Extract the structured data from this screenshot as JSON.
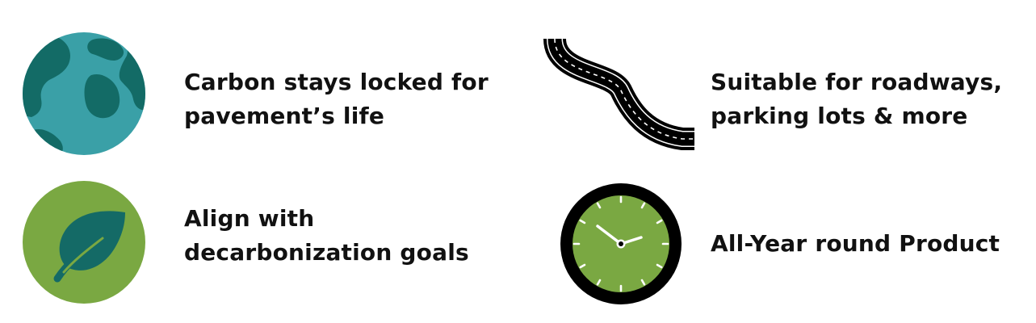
{
  "features": [
    {
      "icon": "globe-icon",
      "lines": [
        "Carbon stays locked for",
        "pavement’s life"
      ]
    },
    {
      "icon": "road-icon",
      "lines": [
        "Suitable for roadways,",
        "parking lots & more"
      ]
    },
    {
      "icon": "leaf-icon",
      "lines": [
        "Align with",
        "decarbonization goals"
      ]
    },
    {
      "icon": "clock-icon",
      "lines": [
        "All-Year round Product"
      ]
    }
  ],
  "colors": {
    "ocean": "#3aa0a7",
    "land": "#136b66",
    "leaf_background": "#7aa842",
    "leaf": "#146a66",
    "road": "#000000",
    "clock_face": "#7aa842",
    "clock_rim": "#000000",
    "text": "#111111"
  }
}
